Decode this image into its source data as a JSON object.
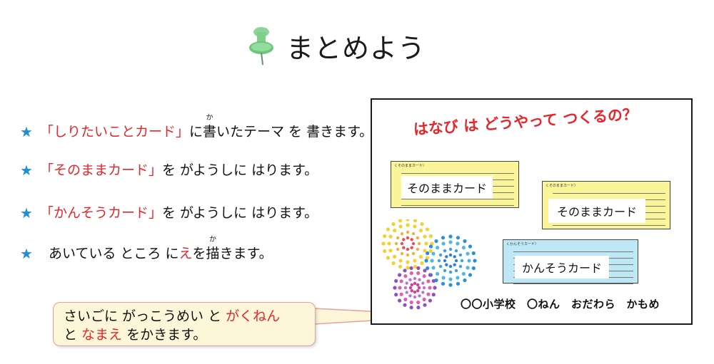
{
  "title": "まとめよう",
  "bullets": [
    {
      "star": "★",
      "parts": [
        "「しりたいことカード」",
        "に ",
        "書",
        "いたテーマ を 書きます。"
      ],
      "ruby": "か"
    },
    {
      "star": "★",
      "parts": [
        "「そのままカード」",
        "を がようしに はります。"
      ]
    },
    {
      "star": "★",
      "parts": [
        "「かんそうカード」",
        "を がようしに はります。"
      ]
    },
    {
      "star": "★",
      "parts": [
        "あいている ところ に ",
        "え",
        " を ",
        "描",
        "きます。"
      ],
      "ruby": "か"
    }
  ],
  "callout": {
    "line1_a": "さいごに がっこうめい と ",
    "line1_b": "がくねん",
    "line2_a": "と ",
    "line2_b": "なまえ",
    "line2_c": " をかきます。"
  },
  "poster": {
    "title": "はなび は どうやって つくるの？",
    "cards": [
      {
        "label": "そのままカード",
        "header": "くそのままカード〉"
      },
      {
        "label": "そのままカード",
        "header": "くそのままカード〉"
      },
      {
        "label": "かんそうカード",
        "header": "くかんそうカード〉"
      }
    ],
    "school_line": "〇〇小学校　〇ねん　おだわら　かもめ"
  },
  "colors": {
    "red": "#e6262b",
    "star": "#1f8fd8",
    "pin": "#7fcf8a",
    "card_yellow": "#fbf59a",
    "card_blue": "#bfe8f6",
    "callout_bg": "#fdf6d8"
  }
}
